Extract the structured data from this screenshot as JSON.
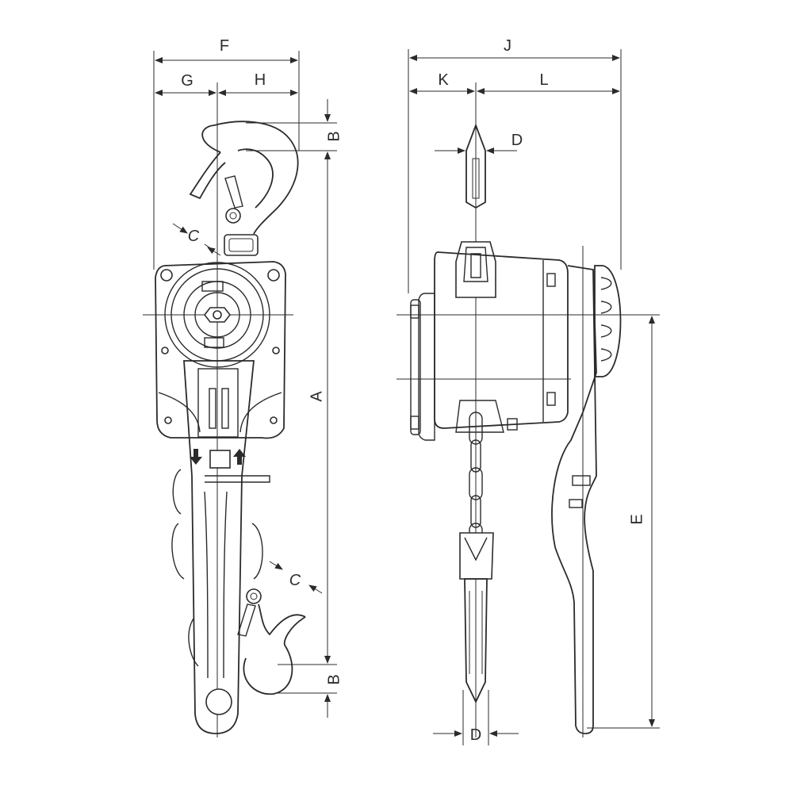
{
  "labels": {
    "F": "F",
    "G": "G",
    "H": "H",
    "J": "J",
    "K": "K",
    "L": "L",
    "A": "A",
    "B_top": "B",
    "B_bottom": "B",
    "C_top": "C",
    "C_bottom": "C",
    "D_top": "D",
    "D_bottom": "D",
    "E": "E"
  }
}
